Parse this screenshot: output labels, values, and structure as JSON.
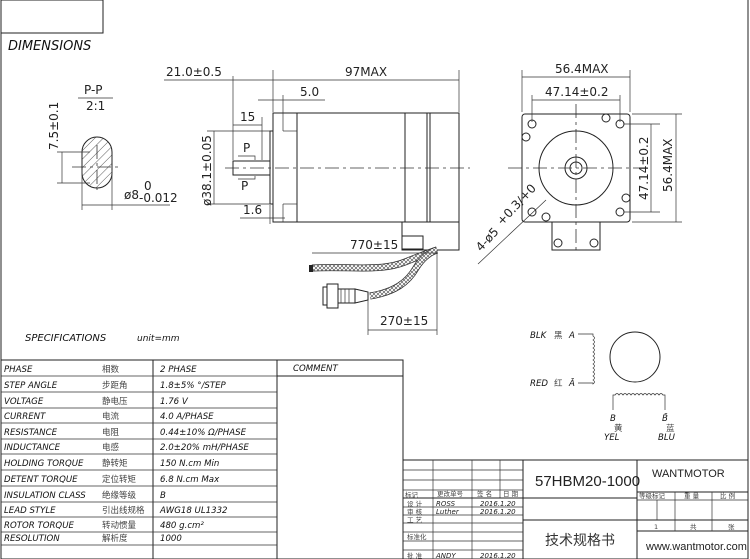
{
  "section_titles": {
    "dimensions": "DIMENSIONS",
    "specifications": "SPECIFICATIONS",
    "unit": "unit=mm"
  },
  "shaft_section": {
    "label": "P-P",
    "scale": "2:1",
    "flat": "7.5±0.1",
    "diameter": "ø8",
    "tol_upper": "0",
    "tol_lower": "-0.012"
  },
  "side_view": {
    "shaft_length": "21.0±0.5",
    "body_length": "97MAX",
    "flange_thickness": "5.0",
    "flat_length": "15",
    "pilot_diameter": "ø38.1±0.05",
    "pilot_height": "1.6",
    "section_mark": "P",
    "lead_length": "770±15",
    "connector_lead": "270±15"
  },
  "front_view": {
    "width": "56.4MAX",
    "hole_spacing": "47.14±0.2",
    "height": "56.4MAX",
    "hole_spacing_v": "47.14±0.2",
    "holes": "4-ø5",
    "holes_tol": "+0.3/+0"
  },
  "specs": {
    "comment_header": "COMMENT",
    "rows": [
      {
        "name": "PHASE",
        "cn": "相数",
        "value": "2  PHASE"
      },
      {
        "name": "STEP ANGLE",
        "cn": "步距角",
        "value": "1.8±5% °/STEP"
      },
      {
        "name": "VOLTAGE",
        "cn": "静电压",
        "value": "1.76 V"
      },
      {
        "name": "CURRENT",
        "cn": "电流",
        "value": "4.0 A/PHASE"
      },
      {
        "name": "RESISTANCE",
        "cn": "电阻",
        "value": "0.44±10%  Ω/PHASE"
      },
      {
        "name": "INDUCTANCE",
        "cn": "电感",
        "value": "2.0±20% mH/PHASE"
      },
      {
        "name": "HOLDING TORQUE",
        "cn": "静转矩",
        "value": "150 N.cm Min"
      },
      {
        "name": "DETENT TORQUE",
        "cn": "定位转矩",
        "value": "6.8 N.cm Max"
      },
      {
        "name": "INSULATION CLASS",
        "cn": "绝缘等级",
        "value": "B"
      },
      {
        "name": "LEAD STYLE",
        "cn": "引出线规格",
        "value": "AWG18 UL1332"
      },
      {
        "name": "ROTOR TORQUE",
        "cn": "转动惯量",
        "value": "480 g.cm²"
      },
      {
        "name": "RESOLUTION",
        "cn": "解析度",
        "value": "1000"
      }
    ]
  },
  "wiring": {
    "a_color": "BLK",
    "a_cn": "黑",
    "a_label": "A",
    "an_color": "RED",
    "an_cn": "红",
    "an_label": "Ā",
    "b_label": "B",
    "b_cn": "黄",
    "b_color": "YEL",
    "bn_label": "B̄",
    "bn_cn": "蓝",
    "bn_color": "BLU"
  },
  "title_block": {
    "model": "57HBM20-1000",
    "company": "WANTMOTOR",
    "doc_title": "技术规格书",
    "website": "www.wantmotor.com",
    "headers": {
      "mark": "标记",
      "change_no": "更改单号",
      "signature": "签 名",
      "date": "日 期"
    },
    "rows": [
      {
        "role": "设 计",
        "name": "ROSS",
        "date": "2016.1.20"
      },
      {
        "role": "审 核",
        "name": "Luther",
        "date": "2016.1.20"
      },
      {
        "role": "工 艺",
        "name": "",
        "date": ""
      },
      {
        "role": "标准化",
        "name": "",
        "date": ""
      },
      {
        "role": "批 准",
        "name": "ANDY",
        "date": "2016.1.20"
      }
    ],
    "grade_mark": "等级标记",
    "weight": "重 量",
    "scale": "比 例",
    "sheet": "1",
    "total": "共",
    "sheets": "张"
  }
}
